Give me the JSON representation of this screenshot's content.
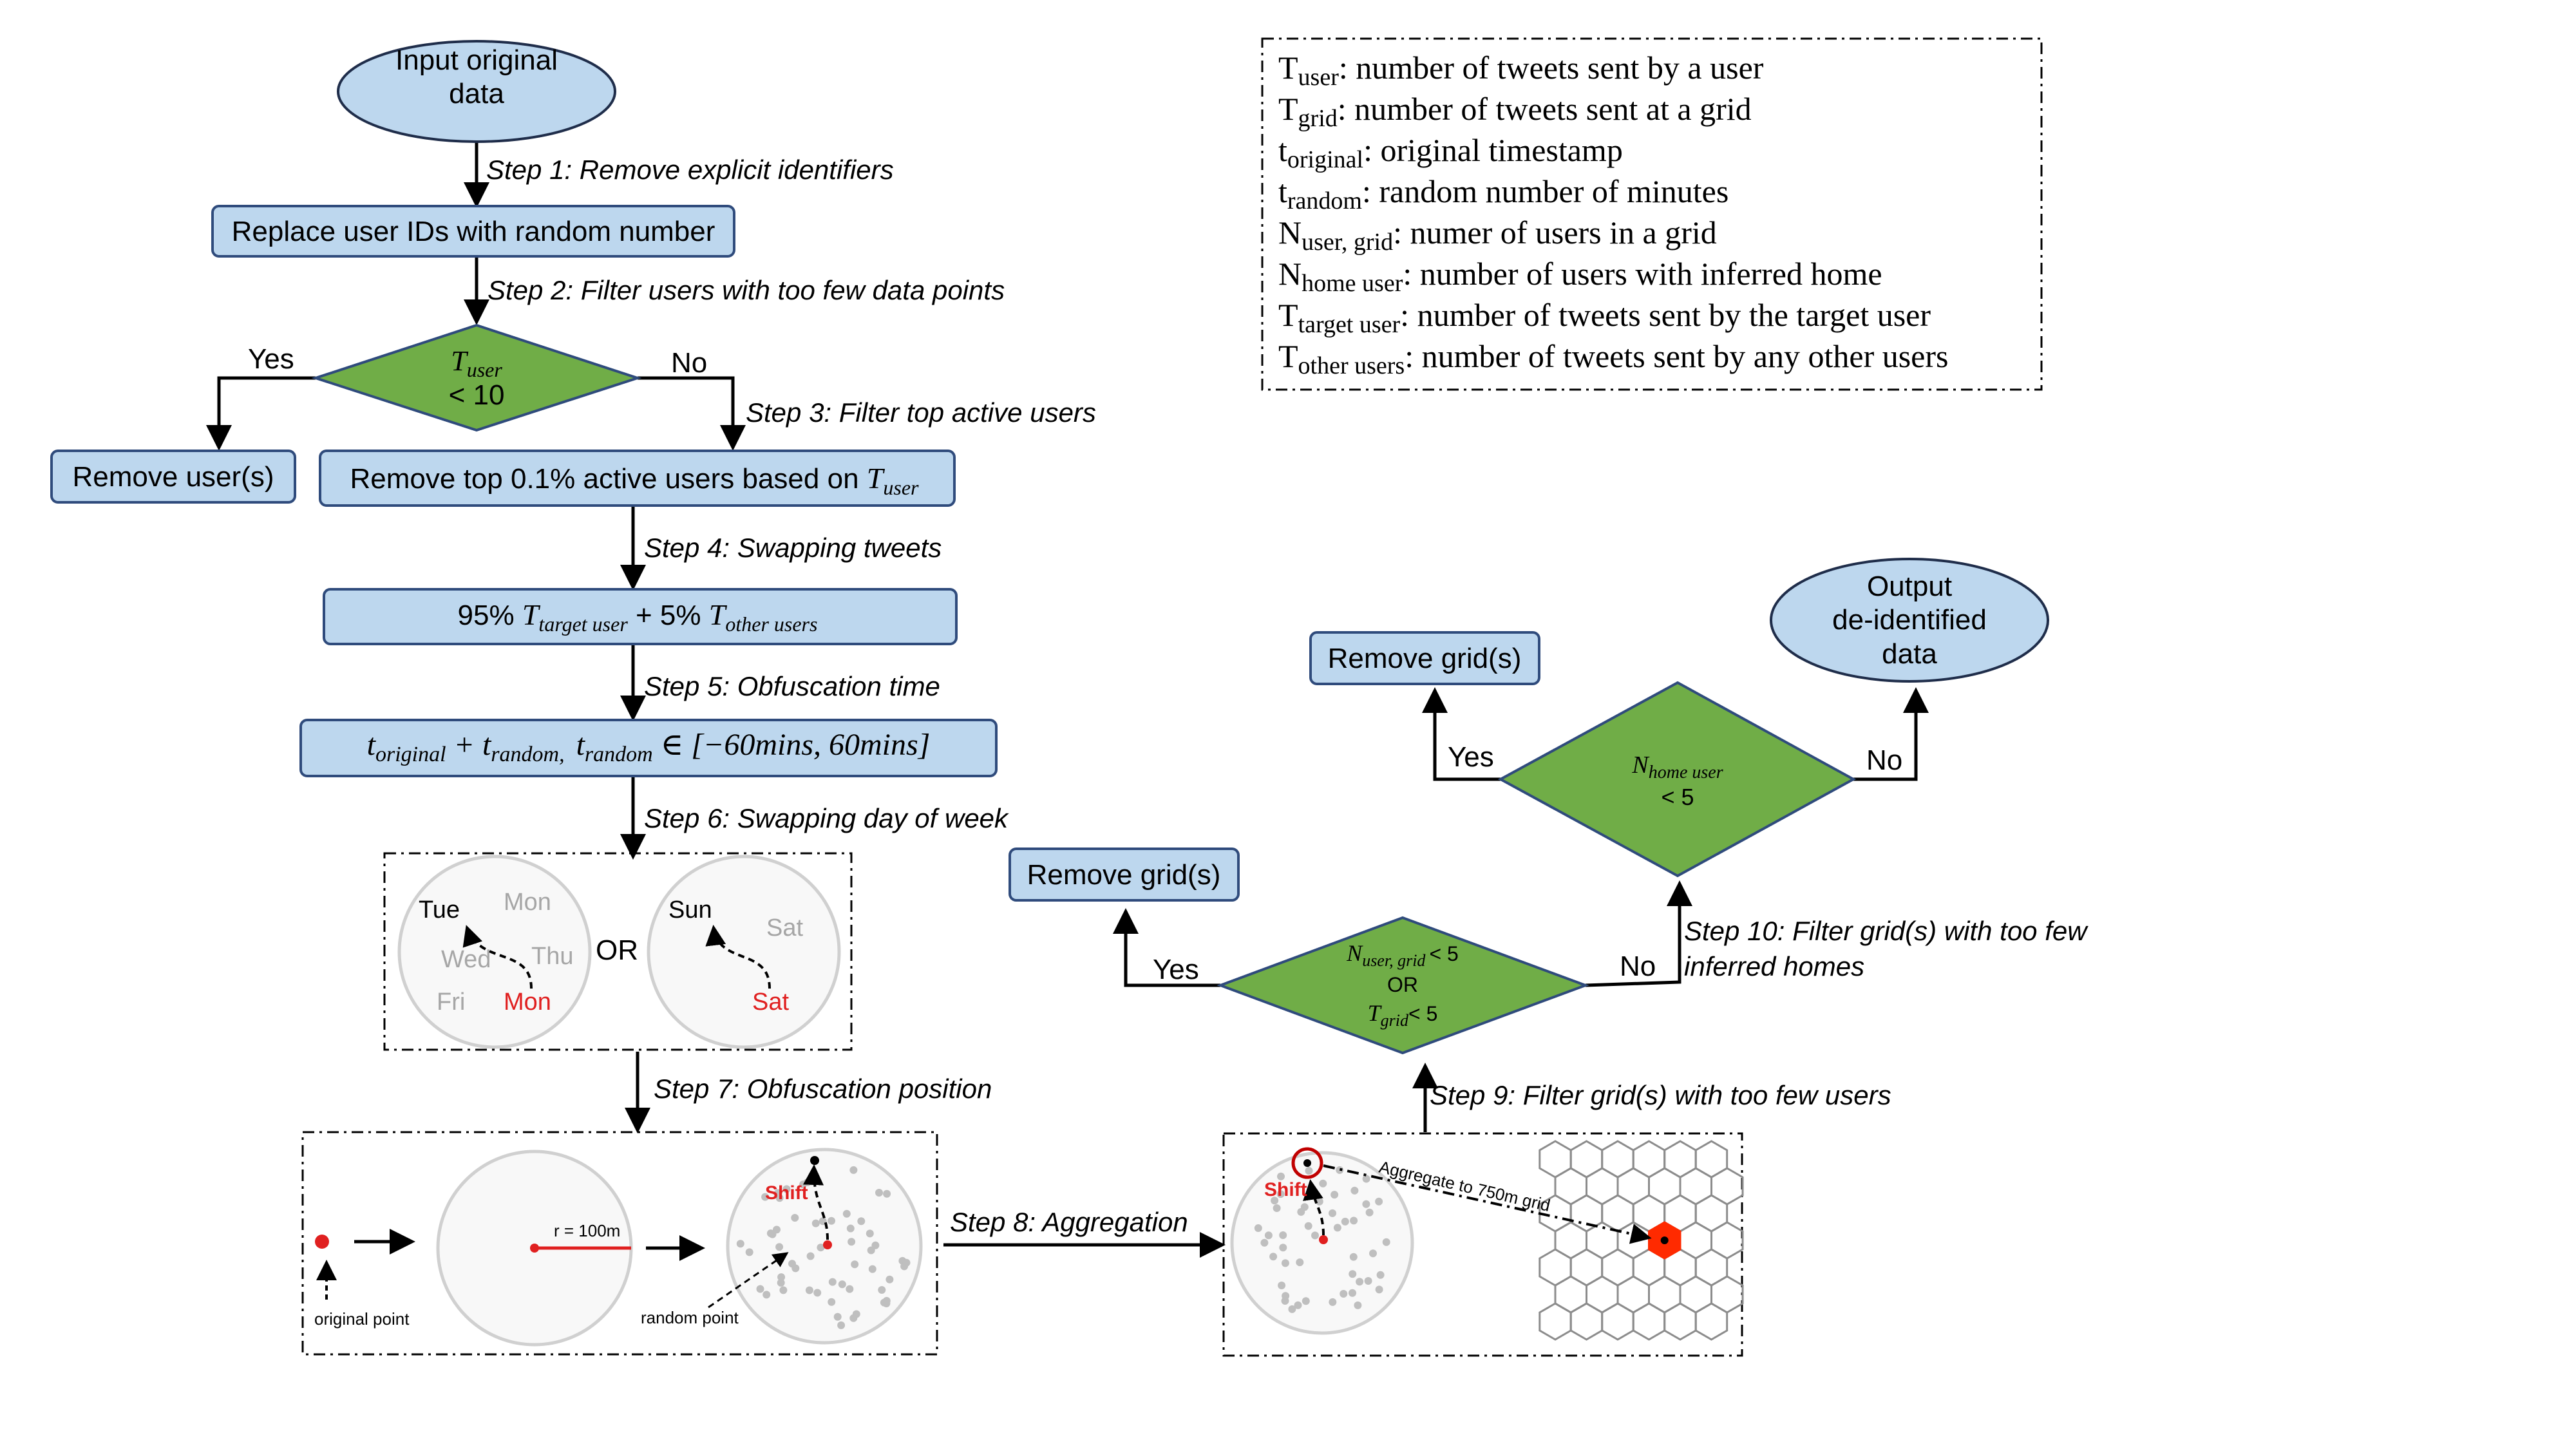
{
  "legend": [
    {
      "sym": "T",
      "sub": "user",
      "desc": ":  number of tweets sent by a user"
    },
    {
      "sym": "T",
      "sub": "grid",
      "desc": ":  number of tweets sent at a grid"
    },
    {
      "sym": "t",
      "sub": "original",
      "desc": ": original timestamp"
    },
    {
      "sym": "t",
      "sub": "random",
      "desc": ": random number of minutes"
    },
    {
      "sym": "N",
      "sub": "user, grid",
      "desc": ": numer of users in a grid"
    },
    {
      "sym": "N",
      "sub": "home user",
      "desc": ": number of users with inferred home"
    },
    {
      "sym": "T",
      "sub": "target user",
      "desc": ":  number of tweets sent by the target user"
    },
    {
      "sym": "T",
      "sub": "other users",
      "desc": ":  number of tweets sent by any other users"
    }
  ],
  "nodes": {
    "input": [
      "Input original",
      "data"
    ],
    "replace": "Replace user IDs with random number",
    "remove_users": "Remove user(s)",
    "remove_top": "Remove top 0.1% active users based on ",
    "remove_top_math": "T",
    "remove_top_sub": "user",
    "swap_expr": {
      "a": "95% ",
      "b": "T",
      "b_sub": "target user",
      "c": " + 5% ",
      "d": "T",
      "d_sub": "other users"
    },
    "time_expr": {
      "t1": "t",
      "s1": "original",
      "plus": " + ",
      "t2": "t",
      "s2": "random,",
      "t3": "t",
      "s3": "random",
      "rest": " ∈ [−60mins, 60mins]"
    },
    "remove_grid_top": "Remove grid(s)",
    "remove_grid_mid": "Remove grid(s)",
    "output": [
      "Output",
      "de-identified",
      "data"
    ]
  },
  "decisions": {
    "tuser": {
      "sym": "T",
      "sub": "user",
      "cond": "< 10"
    },
    "nuser": {
      "sym": "N",
      "sub": "user, grid",
      "cond": "< 5",
      "or": "OR",
      "sym2": "T",
      "sub2": "grid",
      "cond2": "< 5"
    },
    "nhome": {
      "sym": "N",
      "sub": "home user",
      "cond": "< 5"
    }
  },
  "branch_labels": {
    "yes": "Yes",
    "no": "No"
  },
  "steps": {
    "s1": "Step 1:  Remove explicit identifiers",
    "s2": "Step 2:  Filter users with too few data points",
    "s3": "Step 3:  Filter top active users",
    "s4": "Step 4:  Swapping tweets",
    "s5": "Step 5:  Obfuscation time",
    "s6": "Step 6:  Swapping day of week",
    "s7": "Step 7:  Obfuscation position",
    "s8": "Step 8: Aggregation",
    "s9": "Step 9:  Filter grid(s) with too few users",
    "s10a": "Step 10:  Filter grid(s) with too few",
    "s10b": "inferred homes"
  },
  "days": {
    "left": {
      "tue": "Tue",
      "mon_gray": "Mon",
      "wed": "Wed",
      "thu": "Thu",
      "fri": "Fri",
      "mon_red": "Mon"
    },
    "or": "OR",
    "right": {
      "sun": "Sun",
      "sat_gray": "Sat",
      "sat_red": "Sat"
    }
  },
  "position": {
    "original_point": "original point",
    "radius": "r = 100m",
    "shift": "Shift",
    "random_point": "random point",
    "aggregate": "Aggregate to 750m grid"
  },
  "colors": {
    "box": "#bdd7ee",
    "decision": "#70ad47",
    "highlight": "#e02020"
  }
}
